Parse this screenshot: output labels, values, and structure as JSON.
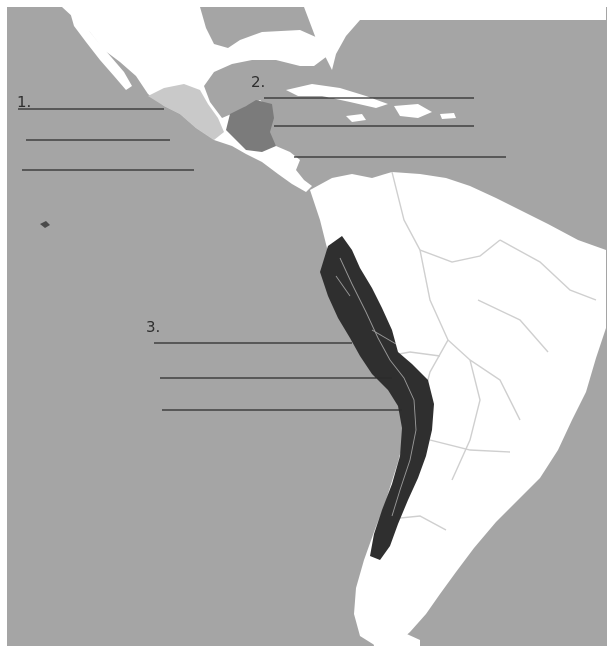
{
  "map": {
    "colors": {
      "ocean": "#a5a5a5",
      "land": "#ffffff",
      "borders": "#cfcfcf",
      "region_1": "#c9c9c9",
      "region_2": "#7b7b7b",
      "region_3": "#2f2f2f",
      "answer_lines": "#2b2b2b"
    },
    "regions": [
      {
        "marker": "1.",
        "answer_blanks": 3
      },
      {
        "marker": "2.",
        "answer_blanks": 3
      },
      {
        "marker": "3.",
        "answer_blanks": 3
      }
    ]
  }
}
